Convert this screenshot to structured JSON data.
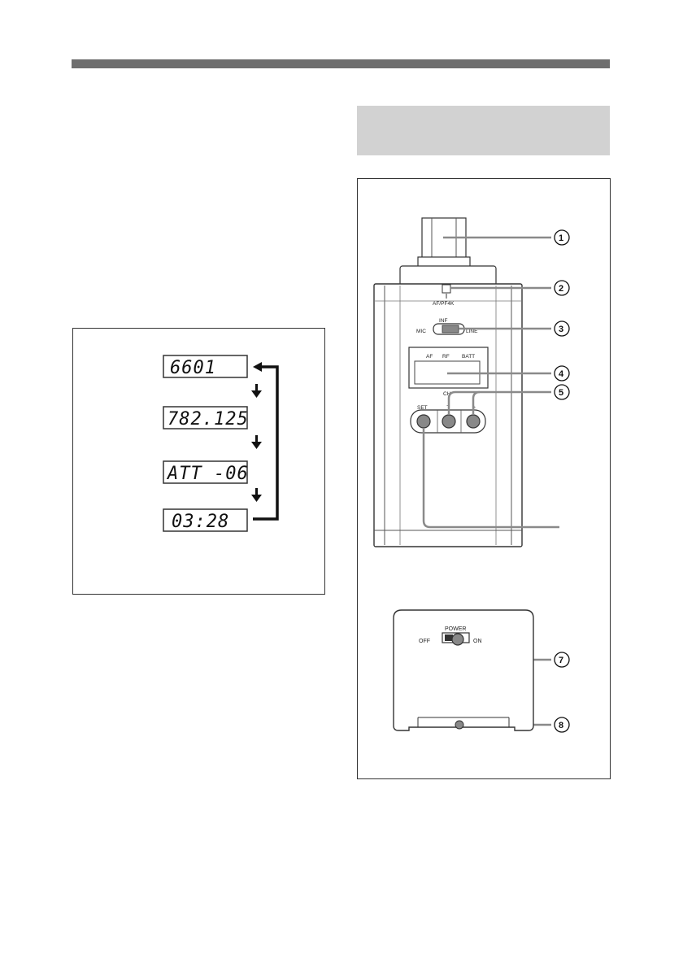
{
  "lcd_sequence": {
    "displays": [
      "6601",
      "782.125",
      "ATT -06",
      "03:28"
    ]
  },
  "device_front": {
    "switch_labels": {
      "pf4k": "AF/PF4K",
      "inf": "INF",
      "mic": "MIC",
      "line": "LINE"
    },
    "display_labels": {
      "af": "AF",
      "rf": "RF",
      "batt": "BATT",
      "ch": "CH"
    },
    "button_labels": {
      "set": "SET",
      "minus": "−",
      "plus": "+"
    }
  },
  "device_bottom": {
    "power_label": "POWER",
    "off_label": "OFF",
    "on_label": "ON"
  },
  "callouts": [
    "1",
    "2",
    "3",
    "4",
    "5",
    "7",
    "8"
  ],
  "colors": {
    "header_rule": "#6e6e6e",
    "section_band": "#d2d2d2",
    "device_body": "#ffffff",
    "outline": "#333333"
  }
}
